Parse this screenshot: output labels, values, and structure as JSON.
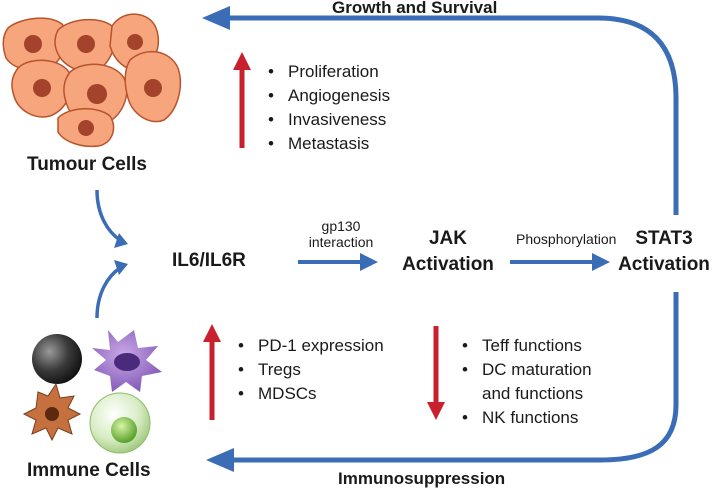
{
  "colors": {
    "flow_arrow": "#3a6db5",
    "up_down_arrow": "#c8202e",
    "tumour_fill": "#f6a57c",
    "tumour_stroke": "#b8542c",
    "nucleus": "#a3432b"
  },
  "icons": [
    "tumour-cells-cluster",
    "immune-cells-cluster"
  ],
  "labels": {
    "growth_survival": "Growth and Survival",
    "immunosuppression": "Immunosuppression",
    "tumour_cells": "Tumour Cells",
    "immune_cells": "Immune Cells",
    "il6": "IL6/IL6R",
    "gp130_line1": "gp130",
    "gp130_line2": "interaction",
    "jak_line1": "JAK",
    "jak_line2": "Activation",
    "phosphorylation": "Phosphorylation",
    "stat3_line1": "STAT3",
    "stat3_line2": "Activation"
  },
  "lists": {
    "tumour_effects": [
      "Proliferation",
      "Angiogenesis",
      "Invasiveness",
      "Metastasis"
    ],
    "immune_up": [
      "PD-1 expression",
      "Tregs",
      "MDSCs"
    ],
    "immune_down": [
      "Teff functions",
      "DC maturation",
      "and functions",
      "NK functions"
    ]
  }
}
